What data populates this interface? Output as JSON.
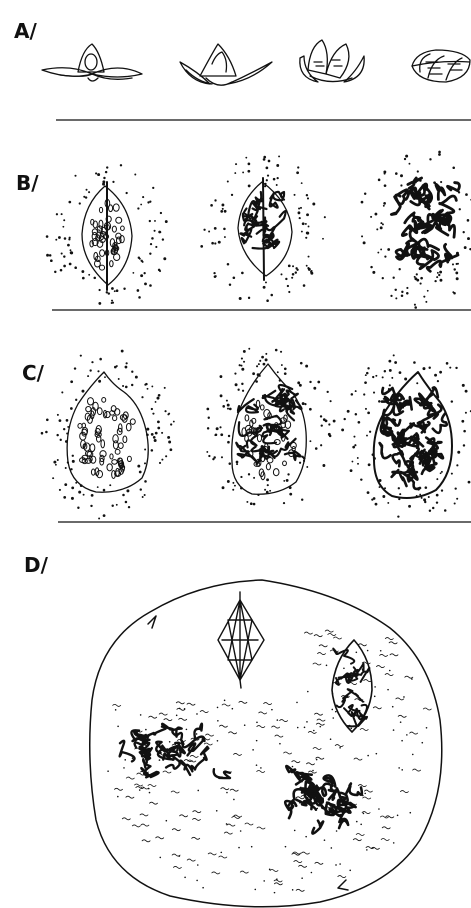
{
  "panels": [
    {
      "id": "A",
      "label": "A/"
    },
    {
      "id": "B",
      "label": "B/"
    },
    {
      "id": "C",
      "label": "C/"
    },
    {
      "id": "D",
      "label": "D/"
    }
  ],
  "colors": {
    "ink": "#111111",
    "background": "#ffffff"
  }
}
